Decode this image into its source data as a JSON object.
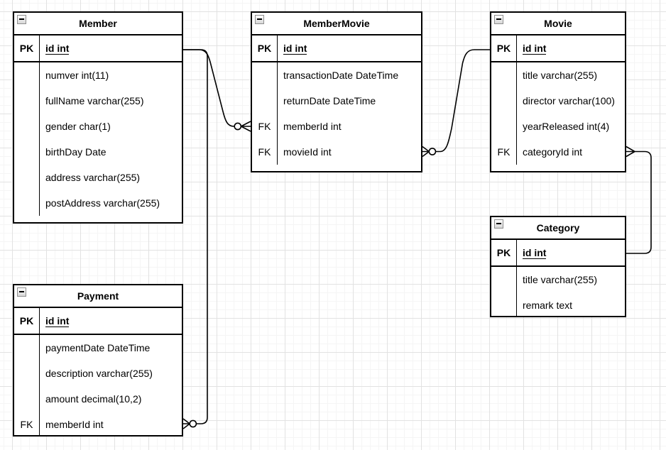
{
  "entities": {
    "member": {
      "title": "Member",
      "pk": {
        "key": "PK",
        "field": "id int"
      },
      "rows": [
        {
          "key": "",
          "field": "numver int(11)"
        },
        {
          "key": "",
          "field": "fullName varchar(255)"
        },
        {
          "key": "",
          "field": "gender char(1)"
        },
        {
          "key": "",
          "field": "birthDay Date"
        },
        {
          "key": "",
          "field": "address varchar(255)"
        },
        {
          "key": "",
          "field": "postAddress varchar(255)"
        }
      ]
    },
    "memberMovie": {
      "title": "MemberMovie",
      "pk": {
        "key": "PK",
        "field": "id int"
      },
      "rows": [
        {
          "key": "",
          "field": "transactionDate DateTime"
        },
        {
          "key": "",
          "field": "returnDate DateTime"
        },
        {
          "key": "FK",
          "field": "memberId int"
        },
        {
          "key": "FK",
          "field": "movieId int"
        }
      ]
    },
    "movie": {
      "title": "Movie",
      "pk": {
        "key": "PK",
        "field": "id int"
      },
      "rows": [
        {
          "key": "",
          "field": "title varchar(255)"
        },
        {
          "key": "",
          "field": "director varchar(100)"
        },
        {
          "key": "",
          "field": "yearReleased int(4)"
        },
        {
          "key": "FK",
          "field": "categoryId int"
        }
      ]
    },
    "category": {
      "title": "Category",
      "pk": {
        "key": "PK",
        "field": "id int"
      },
      "rows": [
        {
          "key": "",
          "field": "title varchar(255)"
        },
        {
          "key": "",
          "field": "remark text"
        }
      ]
    },
    "payment": {
      "title": "Payment",
      "pk": {
        "key": "PK",
        "field": "id int"
      },
      "rows": [
        {
          "key": "",
          "field": "paymentDate DateTime"
        },
        {
          "key": "",
          "field": "description varchar(255)"
        },
        {
          "key": "",
          "field": "amount decimal(10,2)"
        },
        {
          "key": "FK",
          "field": "memberId int"
        }
      ]
    }
  },
  "relationships": [
    {
      "from_entity": "Member",
      "from_field": "id",
      "to_entity": "MemberMovie",
      "to_field": "memberId",
      "from_end": "line",
      "to_end": "zero-or-many"
    },
    {
      "from_entity": "Member",
      "from_field": "id",
      "to_entity": "Payment",
      "to_field": "memberId",
      "from_end": "line",
      "to_end": "zero-or-many"
    },
    {
      "from_entity": "Movie",
      "from_field": "id",
      "to_entity": "MemberMovie",
      "to_field": "movieId",
      "from_end": "line",
      "to_end": "zero-or-many"
    },
    {
      "from_entity": "Category",
      "from_field": "id",
      "to_entity": "Movie",
      "to_field": "categoryId",
      "from_end": "line",
      "to_end": "many"
    }
  ],
  "icons": {
    "collapse": "collapse-minus-icon",
    "crow_foot": "crow-foot-many-icon",
    "zero_circle": "zero-circle-icon"
  },
  "colors": {
    "background": "#ffffff",
    "grid_minor": "#f5f5f5",
    "grid_major": "#e2e2e2",
    "table_border": "#000000",
    "text": "#000000",
    "collapse_fill": "#e8e8e8",
    "collapse_border": "#8f8f8f"
  }
}
